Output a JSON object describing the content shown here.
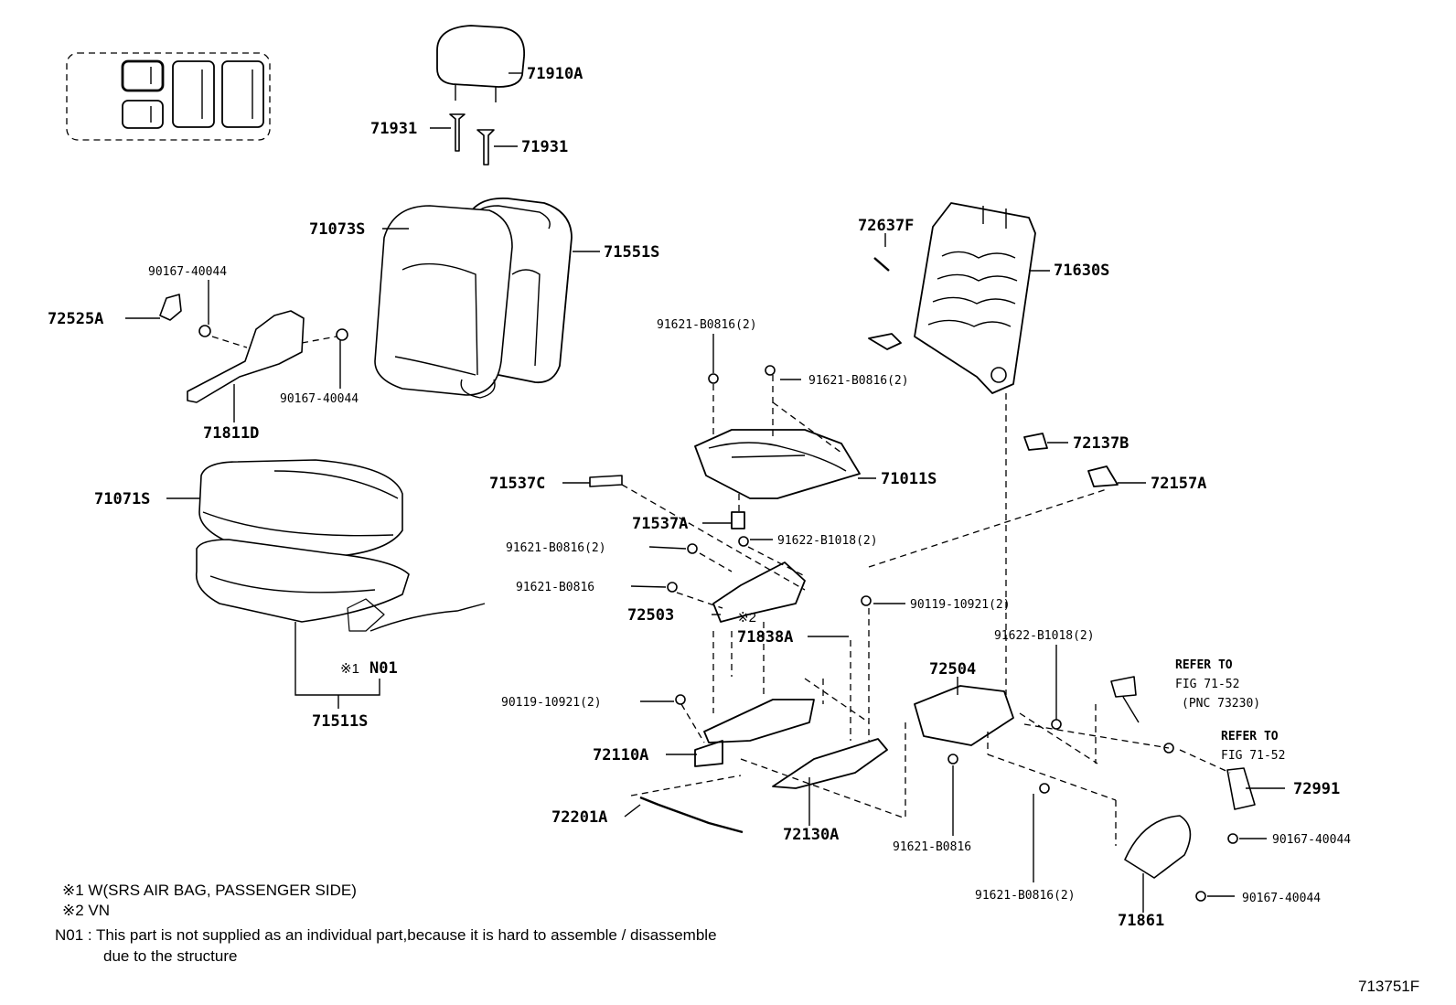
{
  "figure_id": "713751F",
  "labels": {
    "p71910A": "71910A",
    "p71931a": "71931",
    "p71931b": "71931",
    "p71073S": "71073S",
    "p71551S": "71551S",
    "p90167a": "90167-40044",
    "p72525A": "72525A",
    "p90167b": "90167-40044",
    "p71811D": "71811D",
    "p71071S": "71071S",
    "pN01": "N01",
    "pN01mark": "※1",
    "p71511S": "71511S",
    "p72637F": "72637F",
    "p71630S": "71630S",
    "p91621a": "91621-B0816(2)",
    "p91621b": "91621-B0816(2)",
    "p71011S": "71011S",
    "p72137B": "72137B",
    "p72157A": "72157A",
    "p71537C": "71537C",
    "p71537A": "71537A",
    "p91622a": "91622-B1018(2)",
    "p91621c": "91621-B0816(2)",
    "p91621d": "91621-B0816",
    "p72503": "72503",
    "p72503mark": "※2",
    "p90119a": "90119-10921(2)",
    "p71838A": "71838A",
    "p91622b": "91622-B1018(2)",
    "p72504": "72504",
    "p90119b": "90119-10921(2)",
    "p72110A": "72110A",
    "p72201A": "72201A",
    "p72130A": "72130A",
    "p91621e": "91621-B0816",
    "p91621f": "91621-B0816(2)",
    "p72991": "72991",
    "p90167c": "90167-40044",
    "p90167d": "90167-40044",
    "p71861": "71861"
  },
  "refer1": [
    "REFER TO",
    "FIG 71-52",
    "(PNC 73230)"
  ],
  "refer2": [
    "REFER TO",
    "FIG 71-52"
  ],
  "notes": {
    "n1": "※1 W(SRS AIR BAG, PASSENGER SIDE)",
    "n2": "※2 VN",
    "n3a": "N01 : This part is not supplied as an individual part,because it is hard to assemble / disassemble",
    "n3b": "due to the structure"
  }
}
